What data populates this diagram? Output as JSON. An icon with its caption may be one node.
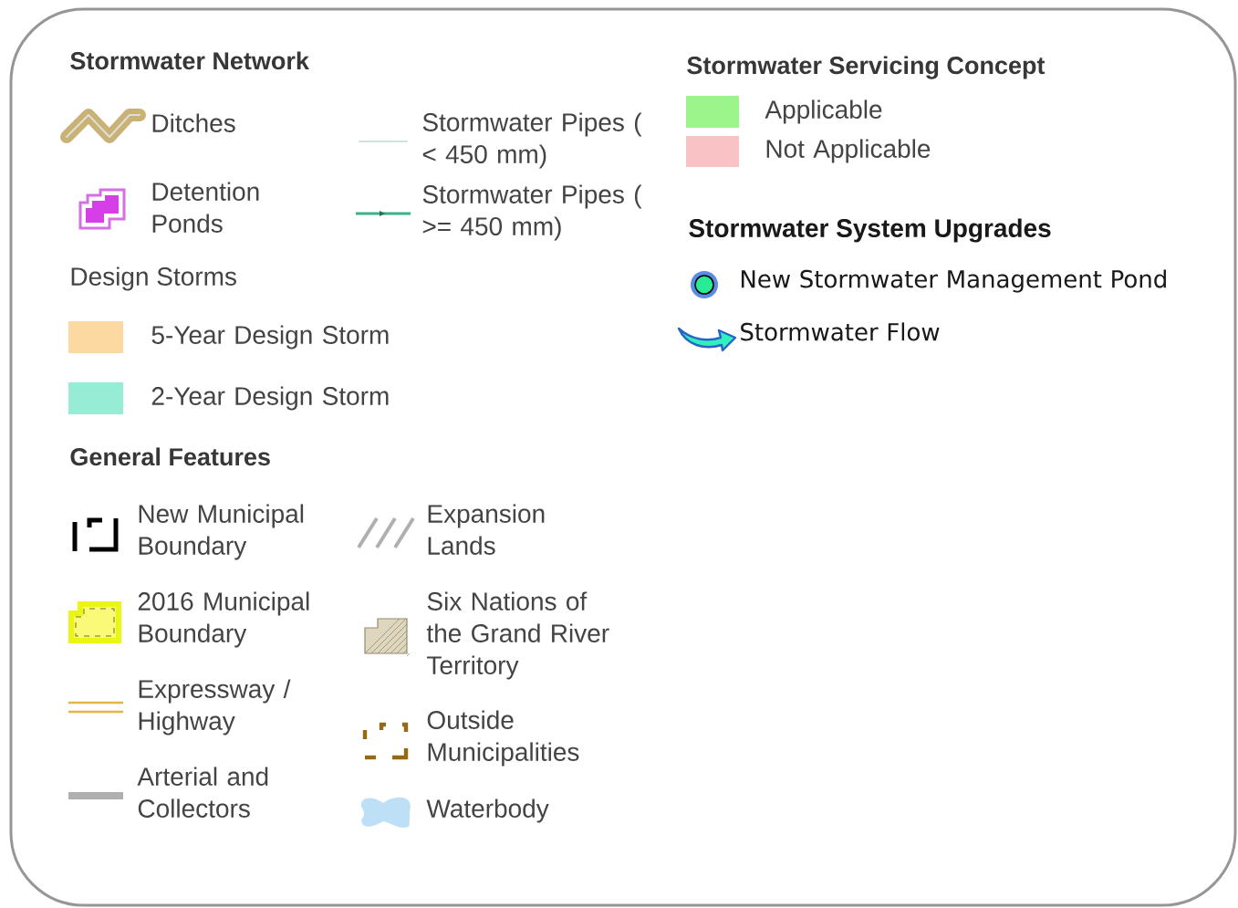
{
  "diagram": {
    "labels": [
      "Stormwater Network",
      "Design Storms",
      "General Features",
      "Stormwater Servicing Concept",
      "Stormwater System Upgrades"
    ],
    "legend": [
      {
        "text": "Ditches"
      },
      {
        "text": "Detention Ponds"
      },
      {
        "text": "Stormwater Pipes ( < 450 mm)"
      },
      {
        "text": "Stormwater Pipes ( >= 450 mm)"
      },
      {
        "text": "5-Year Design Storm",
        "color": "#fcd9a0"
      },
      {
        "text": "2-Year Design Storm",
        "color": "#96ecd4"
      },
      {
        "text": "New Municipal Boundary"
      },
      {
        "text": "2016 Municipal Boundary"
      },
      {
        "text": "Expressway / Highway"
      },
      {
        "text": "Arterial and Collectors"
      },
      {
        "text": "Expansion Lands"
      },
      {
        "text": "Six Nations of the Grand River Territory"
      },
      {
        "text": "Outside Municipalities"
      },
      {
        "text": "Waterbody"
      },
      {
        "text": "Applicable",
        "color": "#9cf58a"
      },
      {
        "text": "Not Applicable",
        "color": "#f9c3c6"
      },
      {
        "text": "New Stormwater Management Pond"
      },
      {
        "text": "Stormwater Flow"
      }
    ]
  }
}
